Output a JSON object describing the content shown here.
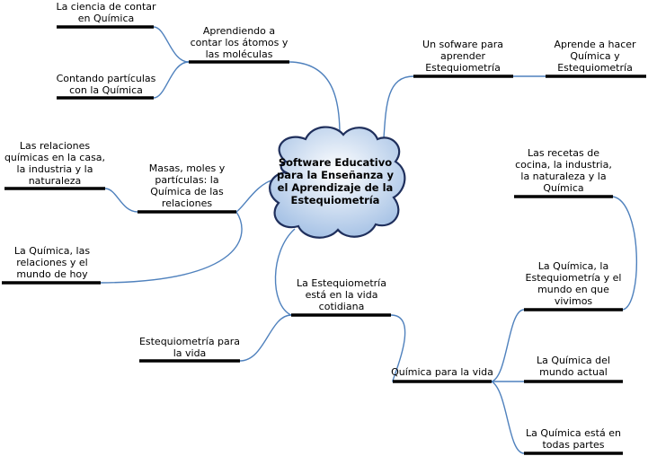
{
  "center": {
    "text": "Software Educativo para la Enseñanza y el Aprendizaje de la Estequiometría"
  },
  "topics": [
    {
      "id": "aprendiendo",
      "text": "Aprendiendo a\ncontar los átomos y\nlas moléculas"
    },
    {
      "id": "ciencia",
      "text": "La ciencia de contar\nen Química"
    },
    {
      "id": "contando",
      "text": "Contando partículas\ncon la Química"
    },
    {
      "id": "sofware",
      "text": "Un sofware para\naprender\nEstequiometría"
    },
    {
      "id": "aprende",
      "text": "Aprende a hacer\nQuímica y\nEstequiometría"
    },
    {
      "id": "masas",
      "text": "Masas, moles y\npartículas: la\nQuímica de las\nrelaciones"
    },
    {
      "id": "relaciones_casa",
      "text": "Las relaciones\nquímicas en la casa,\nla industria y la\nnaturaleza"
    },
    {
      "id": "quimica_hoy",
      "text": "La Química, las\nrelaciones y el\nmundo de hoy"
    },
    {
      "id": "recetas",
      "text": "Las recetas de\ncocina, la industria,\nla naturaleza y la\nQuímica"
    },
    {
      "id": "esteq_vida",
      "text": "La Estequiometría\nestá en la vida\ncotidiana"
    },
    {
      "id": "esteq_para",
      "text": "Estequiometría para\nla vida"
    },
    {
      "id": "quimica_esteq",
      "text": "La Química, la\nEstequiometría y el\nmundo en que\nvivimos"
    },
    {
      "id": "quimica_vida",
      "text": "Química para la vida"
    },
    {
      "id": "quimica_actual",
      "text": "La Química del\nmundo actual"
    },
    {
      "id": "quimica_partes",
      "text": "La Química está en\ntodas partes"
    }
  ],
  "colors": {
    "connector": "#4f81bd",
    "cloud_fill_light": "#ffffff",
    "cloud_fill_dark": "#a9c4e6",
    "cloud_stroke": "#1f2f5c",
    "underline": "#000000"
  }
}
